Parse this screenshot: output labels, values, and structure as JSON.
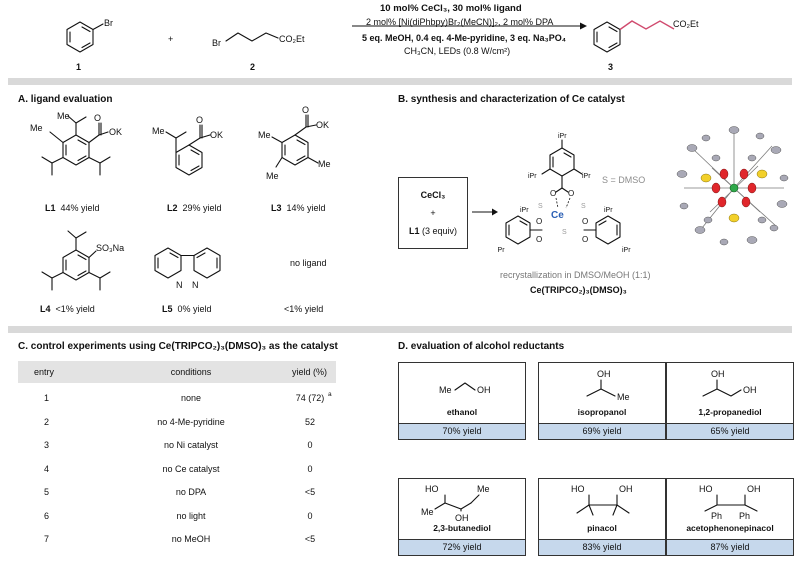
{
  "reaction": {
    "cmpd1_label": "1",
    "cmpd2_label": "2",
    "cmpd3_label": "3",
    "br_a": "Br",
    "br_b": "Br",
    "ester": "CO₂Et",
    "ester3": "CO₂Et",
    "plus": "+",
    "cond_line1": "10 mol% CeCl₃, 30 mol% ligand",
    "cond_line2": "2 mol% [Ni(diPhbpy)Br₂(MeCN)]₂, 2 mol% DPA",
    "cond_line3": "5 eq. MeOH, 0.4 eq. 4-Me-pyridine, 3 eq. Na₃PO₄",
    "cond_line4": "CH₃CN, LEDs (0.8 W/cm²)"
  },
  "sectionA": {
    "title": "A. ligand evaluation",
    "ligands": [
      {
        "label": "L1",
        "yield": "44% yield"
      },
      {
        "label": "L2",
        "yield": "29% yield"
      },
      {
        "label": "L3",
        "yield": "14% yield"
      },
      {
        "label": "L4",
        "yield": "<1% yield"
      },
      {
        "label": "L5",
        "yield": "0% yield"
      },
      {
        "label": "",
        "yield": "<1% yield"
      }
    ],
    "no_ligand": "no ligand",
    "ok": "OK",
    "so3na": "SO₃Na",
    "me": "Me",
    "n": "N"
  },
  "sectionB": {
    "title": "B. synthesis and characterization of Ce catalyst",
    "box_ce": "CeCl₃",
    "box_plus": "+",
    "box_l1": "L1",
    "box_equiv": "(3 equiv)",
    "s_dmso": "S = DMSO",
    "ipr": "iPr",
    "ce": "Ce",
    "recryst": "recrystallization in DMSO/MeOH (1:1)",
    "catalyst": "Ce(TRIPCO₂)₃(DMSO)₃"
  },
  "sectionC": {
    "title": "C. control experiments using Ce(TRIPCO₂)₃(DMSO)₃ as the catalyst",
    "headers": [
      "entry",
      "conditions",
      "yield (%)"
    ],
    "rows": [
      {
        "entry": "1",
        "cond": "none",
        "yield": "74 (72)",
        "note": "a"
      },
      {
        "entry": "2",
        "cond": "no 4-Me-pyridine",
        "yield": "52",
        "note": ""
      },
      {
        "entry": "3",
        "cond": "no Ni catalyst",
        "yield": "0",
        "note": ""
      },
      {
        "entry": "4",
        "cond": "no Ce catalyst",
        "yield": "0",
        "note": ""
      },
      {
        "entry": "5",
        "cond": "no DPA",
        "yield": "<5",
        "note": ""
      },
      {
        "entry": "6",
        "cond": "no light",
        "yield": "0",
        "note": ""
      },
      {
        "entry": "7",
        "cond": "no MeOH",
        "yield": "<5",
        "note": ""
      }
    ]
  },
  "sectionD": {
    "title": "D. evaluation of alcohol reductants",
    "alcohols": [
      {
        "name": "ethanol",
        "yield": "70% yield"
      },
      {
        "name": "isopropanol",
        "yield": "69% yield"
      },
      {
        "name": "1,2-propanediol",
        "yield": "65% yield"
      },
      {
        "name": "2,3-butanediol",
        "yield": "72% yield"
      },
      {
        "name": "pinacol",
        "yield": "83% yield"
      },
      {
        "name": "acetophenonepinacol",
        "yield": "87% yield"
      }
    ],
    "oh": "OH",
    "ho": "HO",
    "me": "Me",
    "ph": "Ph"
  }
}
